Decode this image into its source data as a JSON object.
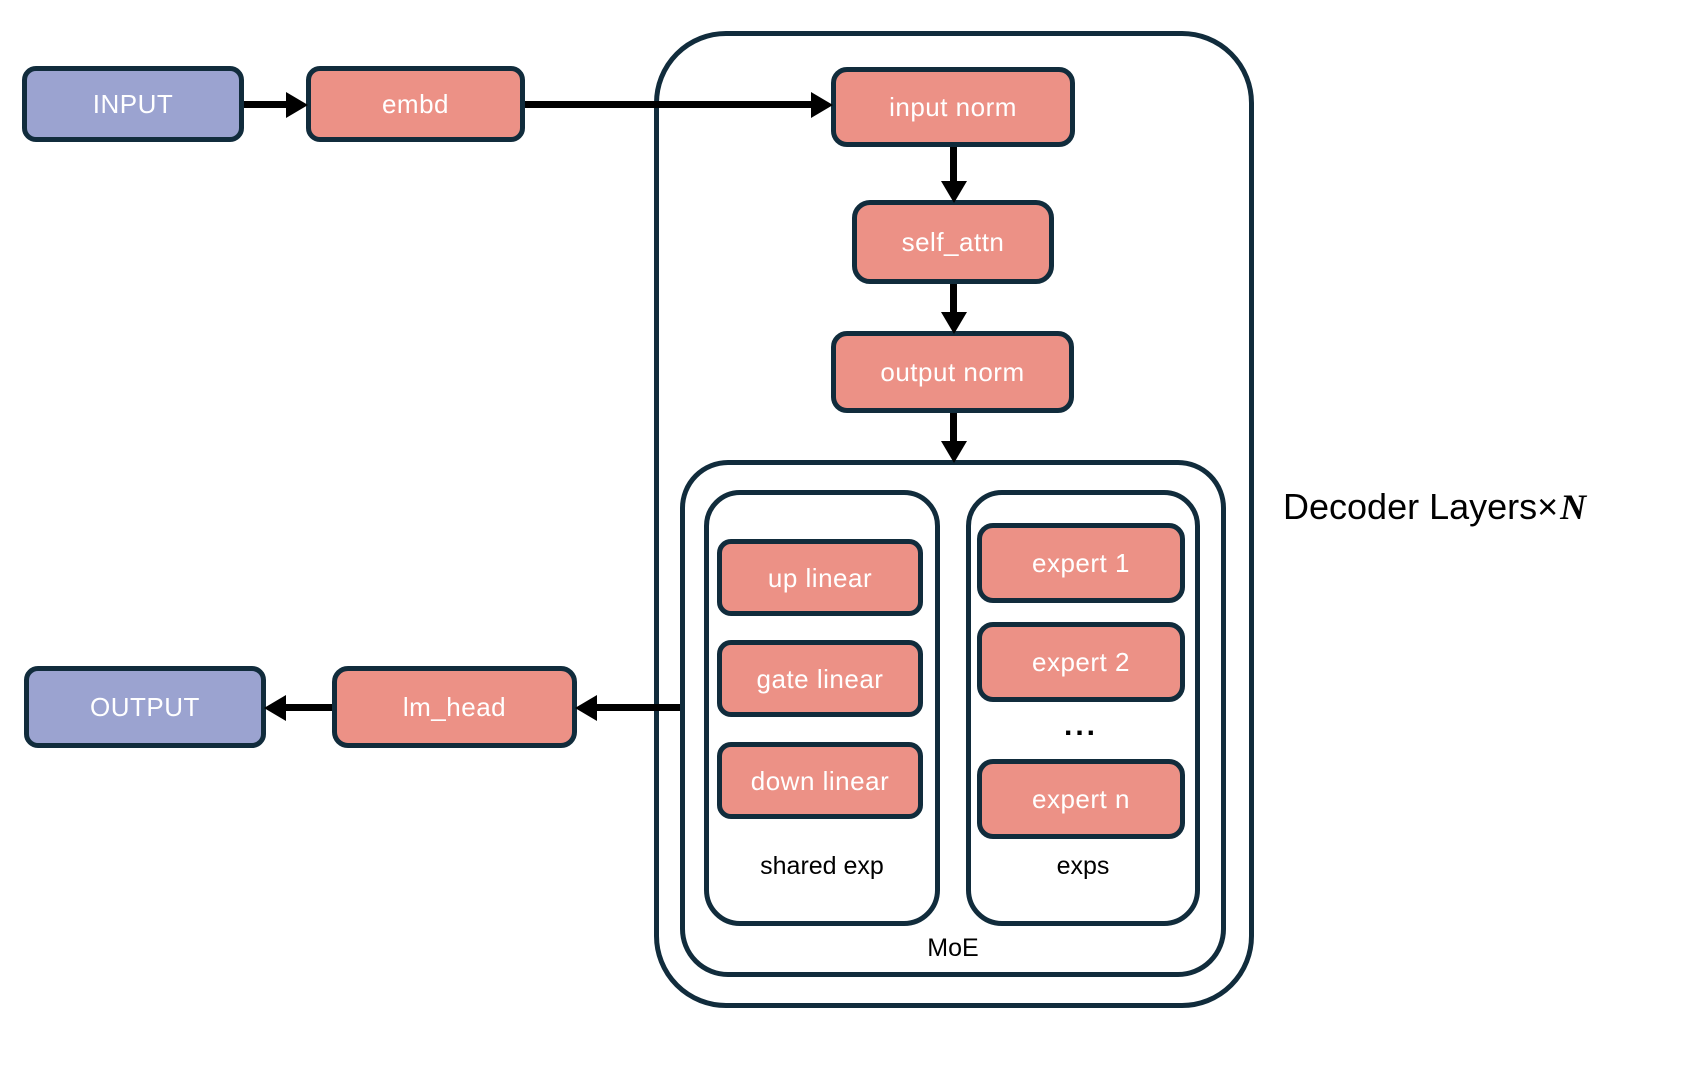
{
  "colors": {
    "node_fill": "#EC9186",
    "io_fill": "#9BA3D0",
    "border": "#112C3C",
    "arrow": "#000000",
    "text_on_node": "#FFFFFF",
    "label_text": "#000000"
  },
  "io": {
    "input": "INPUT",
    "output": "OUTPUT"
  },
  "pipeline": {
    "embd": "embd",
    "lm_head": "lm_head"
  },
  "decoder": {
    "label_prefix": "Decoder Layers×",
    "label_n": "N",
    "input_norm": "input norm",
    "self_attn": "self_attn",
    "output_norm": "output norm",
    "moe": {
      "label": "MoE",
      "shared_exp": {
        "label": "shared exp",
        "up_linear": "up linear",
        "gate_linear": "gate linear",
        "down_linear": "down linear"
      },
      "exps": {
        "label": "exps",
        "expert_1": "expert 1",
        "expert_2": "expert 2",
        "ellipsis": "...",
        "expert_n": "expert n"
      }
    }
  }
}
